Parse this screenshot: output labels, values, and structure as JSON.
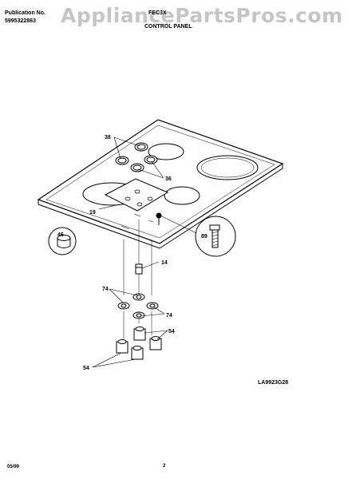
{
  "header": {
    "publication_label": "Publication No.",
    "publication_number": "5995322863",
    "model": "FEC3X",
    "section_title": "CONTROL PANEL"
  },
  "watermark": "AppliancePartsPros.com",
  "callouts": {
    "c38": "38",
    "c36": "36",
    "c19": "19",
    "c46": "46",
    "c89": "89",
    "c14": "14",
    "c74a": "74",
    "c74b": "74",
    "c54a": "54",
    "c54b": "54"
  },
  "reference_code": "LA9923G28",
  "footer": {
    "date": "05/99",
    "page": "2"
  },
  "colors": {
    "line": "#000000",
    "watermark": "#969696"
  }
}
